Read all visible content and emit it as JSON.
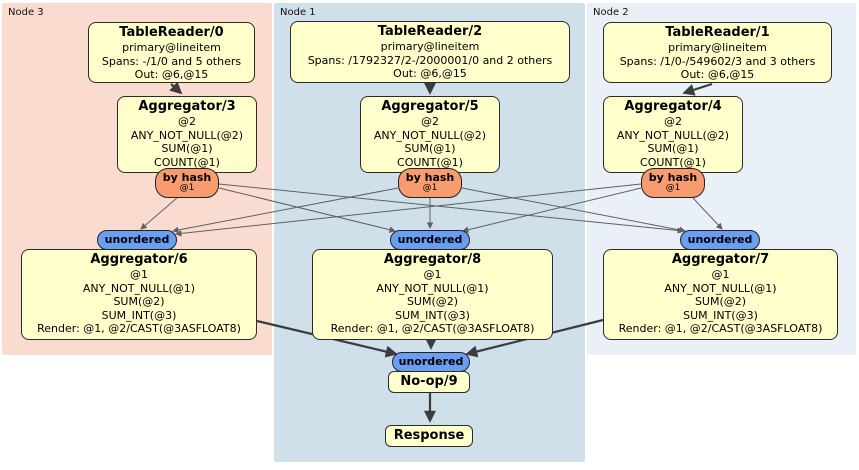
{
  "regions": {
    "node3": {
      "label": "Node 3",
      "color": "#fadbd0"
    },
    "node1": {
      "label": "Node 1",
      "color": "#cfe0ea"
    },
    "node2": {
      "label": "Node 2",
      "color": "#eaf0f8"
    }
  },
  "colors": {
    "box_fill": "#ffffcc",
    "hash_router_fill": "#f89c70",
    "sync_fill": "#699ef0",
    "edge_thin": "#606060",
    "edge_thick": "#3c3c3c"
  },
  "boxes": {
    "tablereader0": {
      "title": "TableReader/0",
      "lines": [
        "primary@lineitem",
        "Spans: -/1/0 and 5 others",
        "Out: @6,@15"
      ]
    },
    "aggregator3": {
      "title": "Aggregator/3",
      "lines": [
        "@2",
        "ANY_NOT_NULL(@2)",
        "SUM(@1)",
        "COUNT(@1)"
      ]
    },
    "tablereader2": {
      "title": "TableReader/2",
      "lines": [
        "primary@lineitem",
        "Spans: /1792327/2-/2000001/0 and 2 others",
        "Out: @6,@15"
      ]
    },
    "aggregator5": {
      "title": "Aggregator/5",
      "lines": [
        "@2",
        "ANY_NOT_NULL(@2)",
        "SUM(@1)",
        "COUNT(@1)"
      ]
    },
    "tablereader1": {
      "title": "TableReader/1",
      "lines": [
        "primary@lineitem",
        "Spans: /1/0-/549602/3 and 3 others",
        "Out: @6,@15"
      ]
    },
    "aggregator4": {
      "title": "Aggregator/4",
      "lines": [
        "@2",
        "ANY_NOT_NULL(@2)",
        "SUM(@1)",
        "COUNT(@1)"
      ]
    },
    "aggregator6": {
      "title": "Aggregator/6",
      "lines": [
        "@1",
        "ANY_NOT_NULL(@1)",
        "SUM(@2)",
        "SUM_INT(@3)",
        "Render: @1, @2/CAST(@3ASFLOAT8)"
      ]
    },
    "aggregator8": {
      "title": "Aggregator/8",
      "lines": [
        "@1",
        "ANY_NOT_NULL(@1)",
        "SUM(@2)",
        "SUM_INT(@3)",
        "Render: @1, @2/CAST(@3ASFLOAT8)"
      ]
    },
    "aggregator7": {
      "title": "Aggregator/7",
      "lines": [
        "@1",
        "ANY_NOT_NULL(@1)",
        "SUM(@2)",
        "SUM_INT(@3)",
        "Render: @1, @2/CAST(@3ASFLOAT8)"
      ]
    },
    "noop9": {
      "title": "No-op/9"
    },
    "response": {
      "title": "Response"
    }
  },
  "routers": {
    "by_hash": {
      "label": "by hash",
      "stream": "@1"
    },
    "unordered": {
      "label": "unordered"
    }
  },
  "edges": [
    [
      "TableReader/0",
      "Aggregator/3"
    ],
    [
      "TableReader/2",
      "Aggregator/5"
    ],
    [
      "TableReader/1",
      "Aggregator/4"
    ],
    [
      "Aggregator/3 by hash",
      "unordered Aggregator/6"
    ],
    [
      "Aggregator/3 by hash",
      "unordered Aggregator/8"
    ],
    [
      "Aggregator/3 by hash",
      "unordered Aggregator/7"
    ],
    [
      "Aggregator/5 by hash",
      "unordered Aggregator/6"
    ],
    [
      "Aggregator/5 by hash",
      "unordered Aggregator/8"
    ],
    [
      "Aggregator/5 by hash",
      "unordered Aggregator/7"
    ],
    [
      "Aggregator/4 by hash",
      "unordered Aggregator/6"
    ],
    [
      "Aggregator/4 by hash",
      "unordered Aggregator/8"
    ],
    [
      "Aggregator/4 by hash",
      "unordered Aggregator/7"
    ],
    [
      "Aggregator/6",
      "unordered No-op/9"
    ],
    [
      "Aggregator/8",
      "unordered No-op/9"
    ],
    [
      "Aggregator/7",
      "unordered No-op/9"
    ],
    [
      "No-op/9",
      "Response"
    ]
  ]
}
